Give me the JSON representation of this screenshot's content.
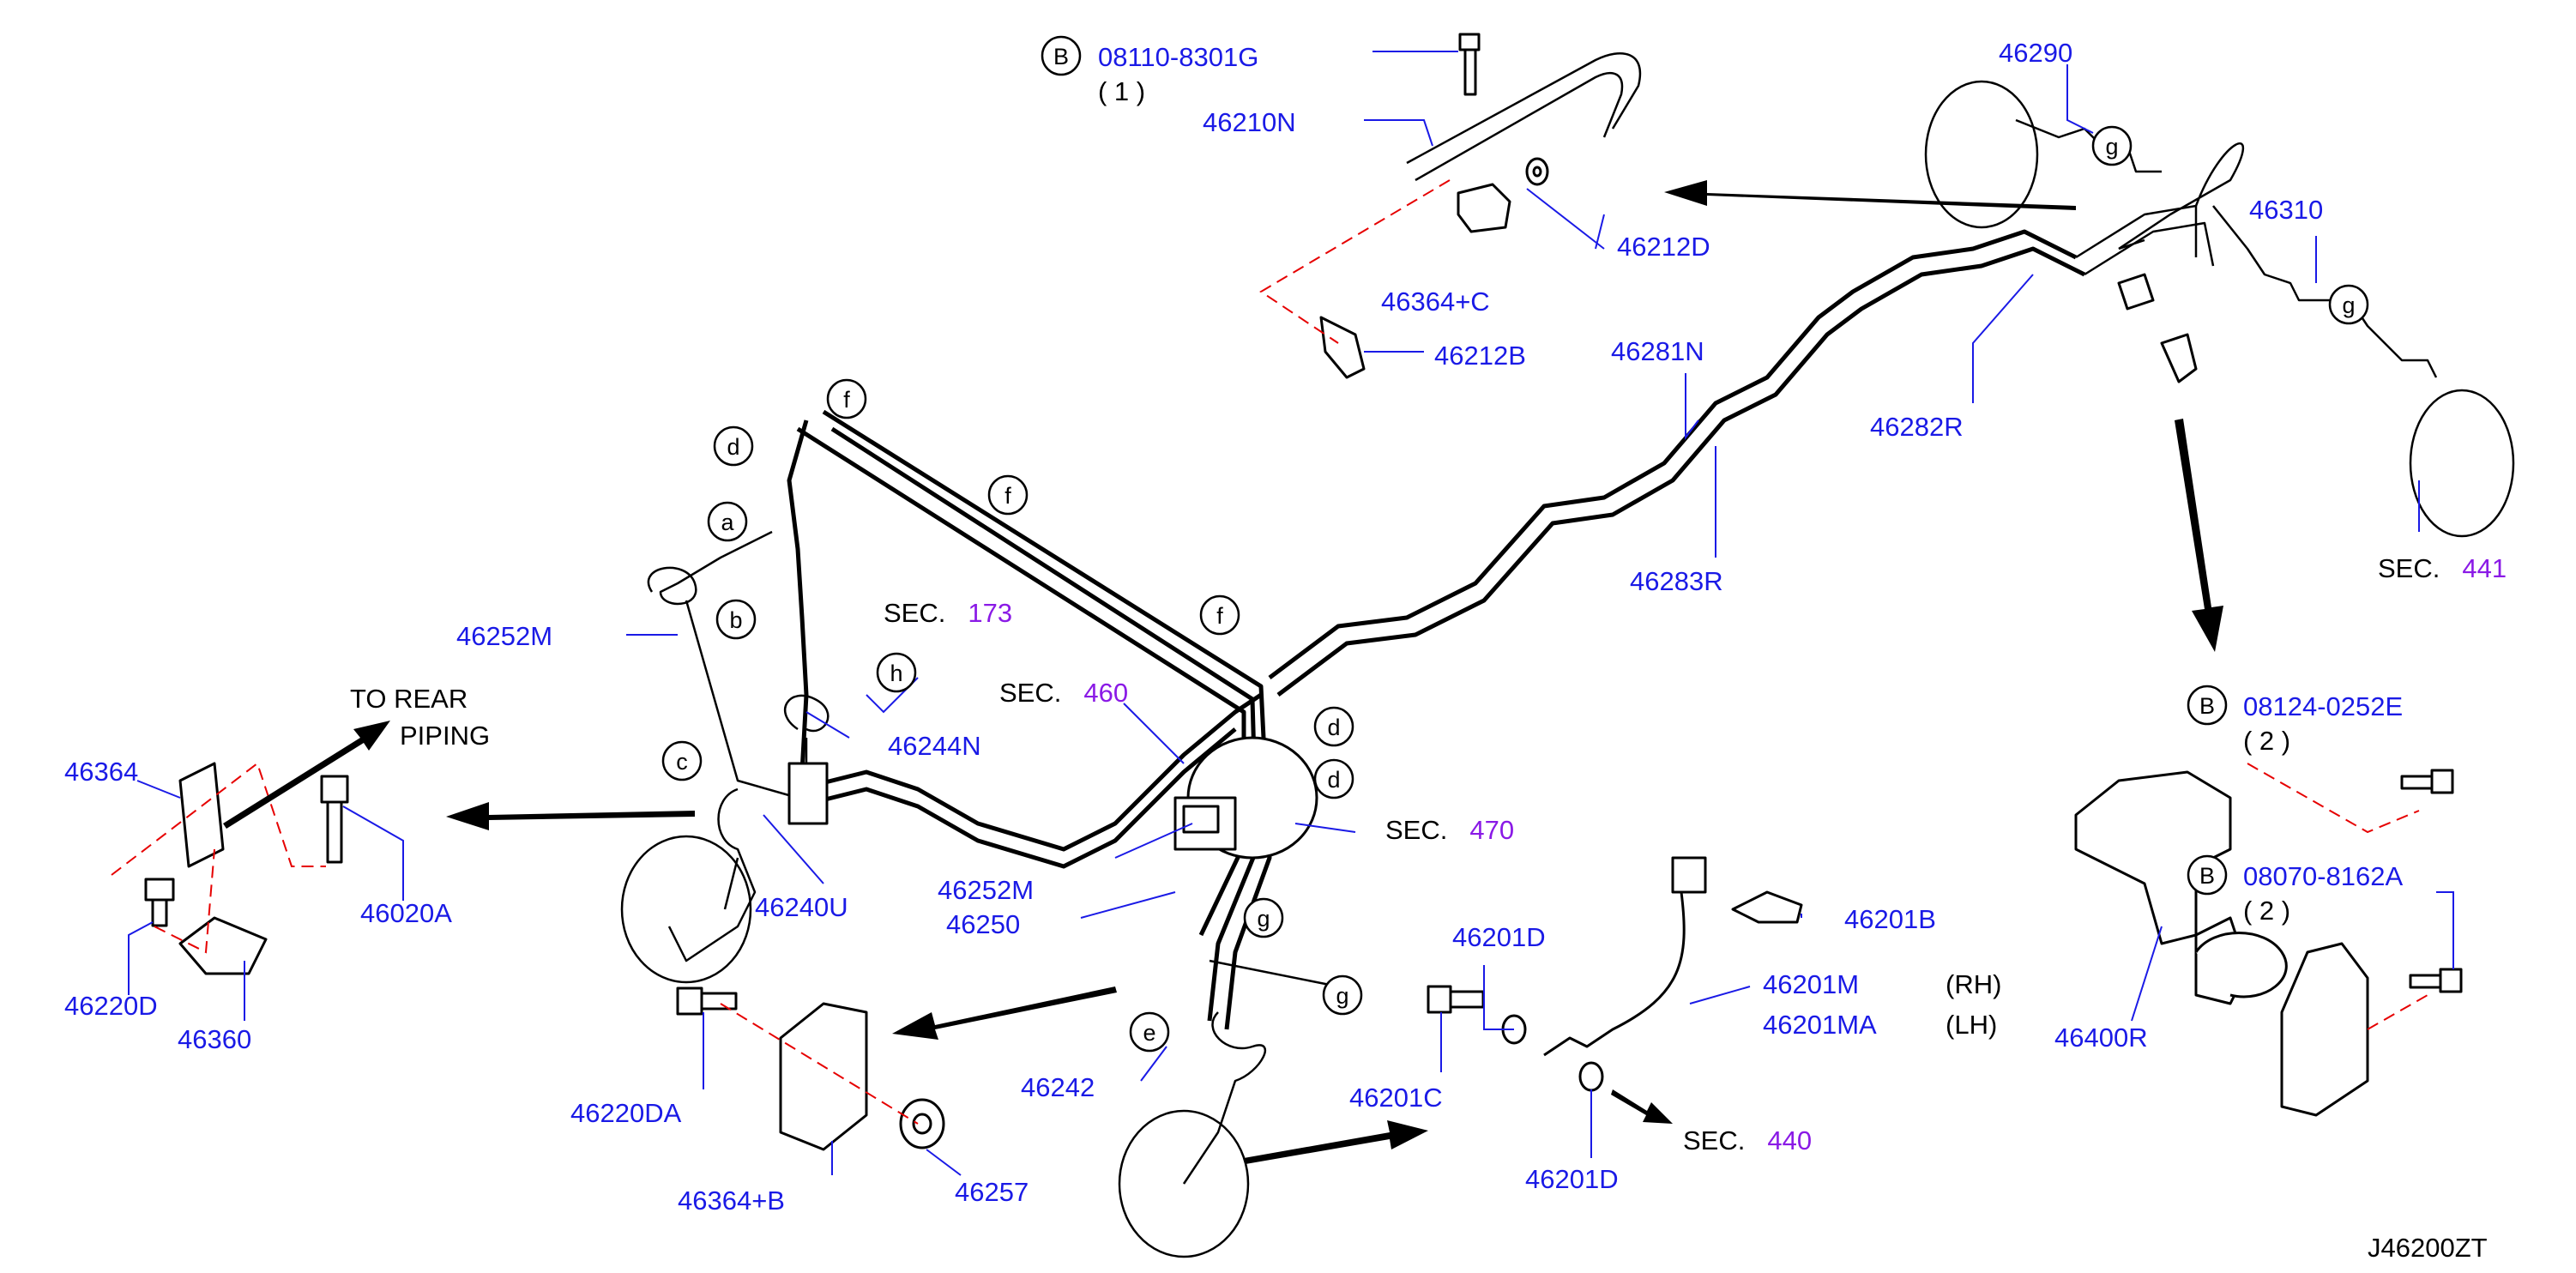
{
  "colors": {
    "part_number": "#1a1ae6",
    "section_ref": "#8a1ae6",
    "text": "#000000",
    "dash": "#e60000",
    "leader": "#1a1ae6"
  },
  "diagram_id": "J46200ZT",
  "bolt_refs": [
    {
      "circle": "B",
      "number": "08110-8301G",
      "qty": "( 1 )"
    },
    {
      "circle": "B",
      "number": "08124-0252E",
      "qty": "( 2 )"
    },
    {
      "circle": "B",
      "number": "08070-8162A",
      "qty": "( 2 )"
    }
  ],
  "parts": {
    "p46290": "46290",
    "p46210N": "46210N",
    "p46212D": "46212D",
    "p46364C": "46364+C",
    "p46212B": "46212B",
    "p46310": "46310",
    "p46281N": "46281N",
    "p46282R": "46282R",
    "p46283R": "46283R",
    "p46252M_a": "46252M",
    "p46244N": "46244N",
    "p46364": "46364",
    "p46020A": "46020A",
    "p46240U": "46240U",
    "p46252M_b": "46252M",
    "p46250": "46250",
    "p46220D": "46220D",
    "p46360": "46360",
    "p46201B": "46201B",
    "p46201D_a": "46201D",
    "p46201M": "46201M",
    "p46201MA": "46201MA",
    "p46400R": "46400R",
    "p46220DA": "46220DA",
    "p46242": "46242",
    "p46201C": "46201C",
    "p46201D_b": "46201D",
    "p46364B": "46364+B",
    "p46257": "46257"
  },
  "side_labels": {
    "rh": "(RH)",
    "lh": "(LH)"
  },
  "section_refs": [
    {
      "label": "SEC.",
      "number": "441"
    },
    {
      "label": "SEC.",
      "number": "173"
    },
    {
      "label": "SEC.",
      "number": "460"
    },
    {
      "label": "SEC.",
      "number": "470"
    },
    {
      "label": "SEC.",
      "number": "440"
    }
  ],
  "to_rear": {
    "line1": "TO  REAR",
    "line2": "PIPING"
  },
  "clip_letters": {
    "a": "a",
    "b": "b",
    "c": "c",
    "d1": "d",
    "d2": "d",
    "d3": "d",
    "e": "e",
    "f1": "f",
    "f2": "f",
    "f3": "f",
    "g1": "g",
    "g2": "g",
    "g3": "g",
    "g4": "g",
    "h": "h"
  }
}
